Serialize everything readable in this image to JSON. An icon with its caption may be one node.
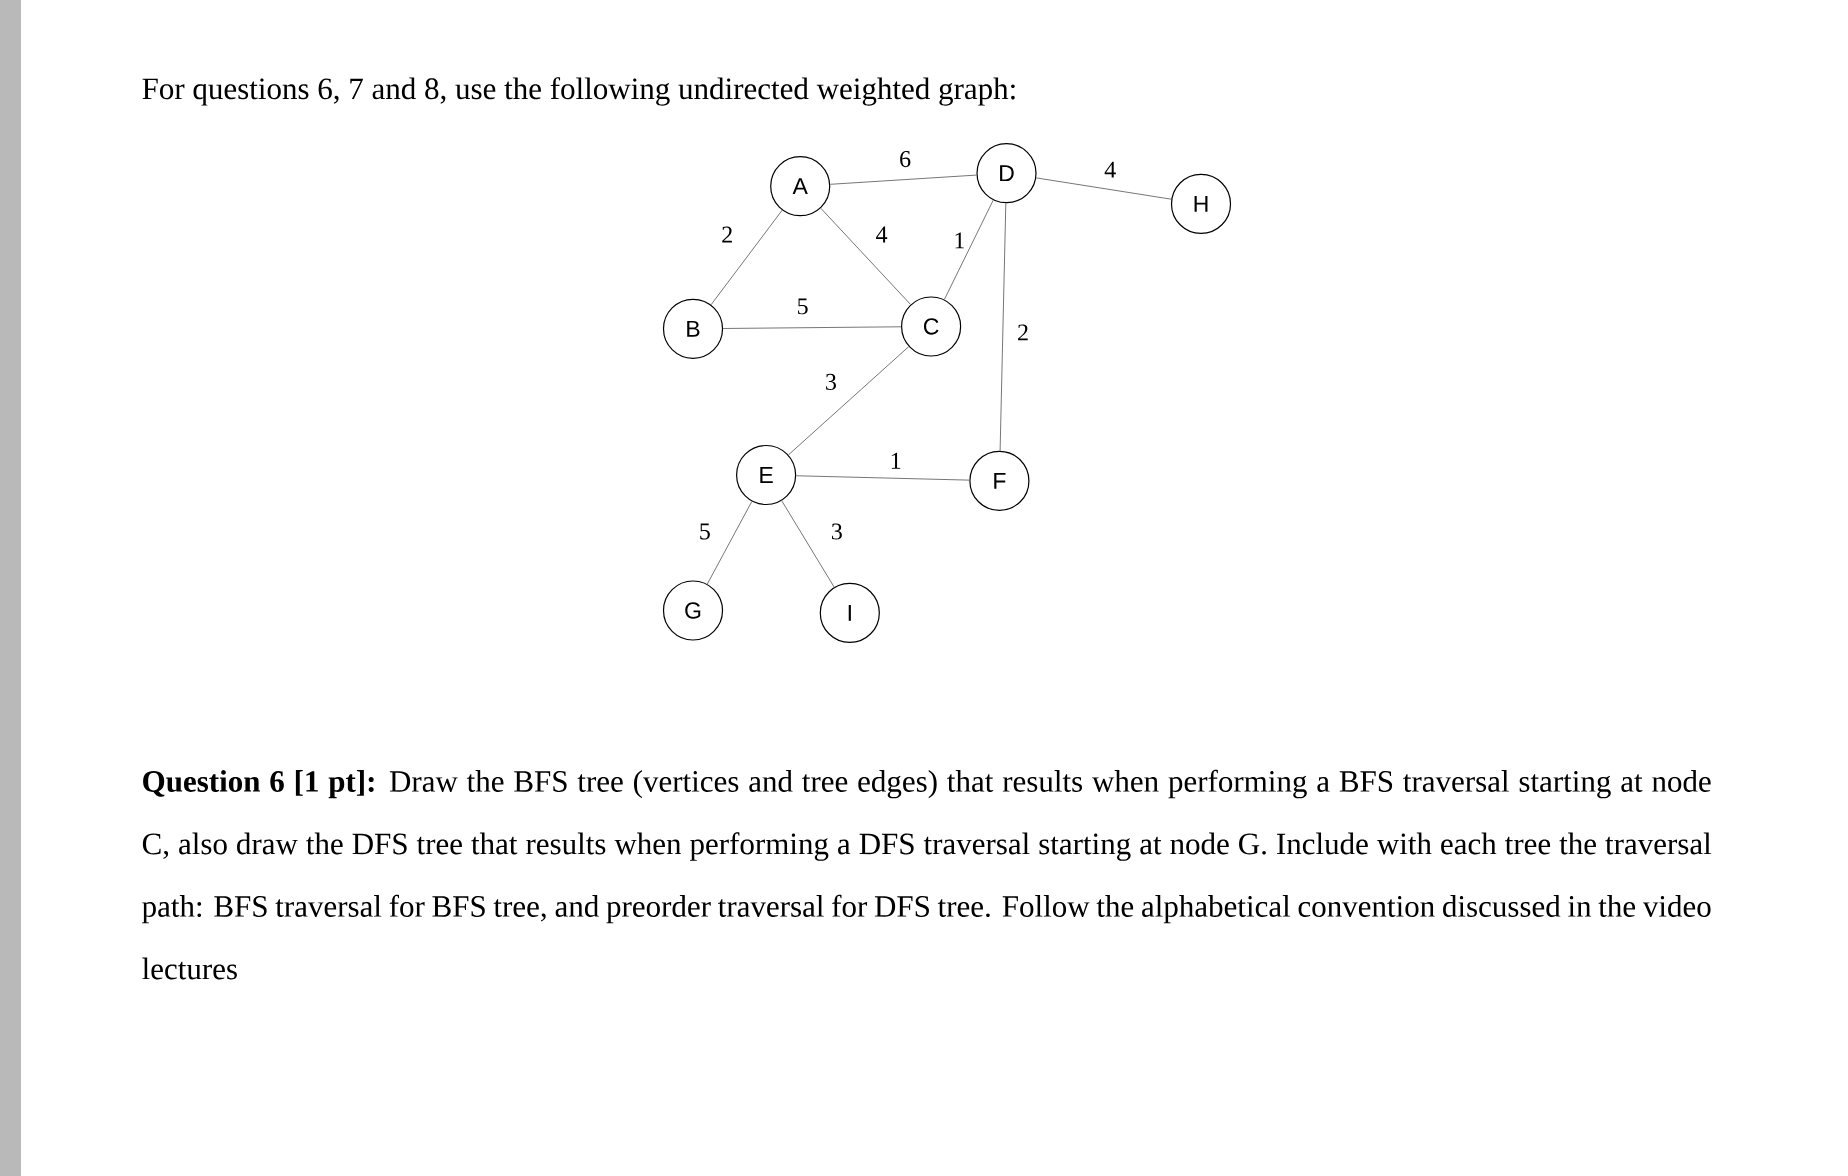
{
  "diagram": {
    "title": "For questions 6, 7 and 8, use the following undirected weighted graph:",
    "nodes": [
      {
        "text": [
          "A"
        ]
      },
      {
        "text": [
          "D"
        ]
      },
      {
        "text": [
          "H"
        ]
      },
      {
        "text": [
          "B"
        ]
      },
      {
        "text": [
          "C"
        ]
      },
      {
        "text": [
          "E"
        ]
      },
      {
        "text": [
          "F"
        ]
      },
      {
        "text": [
          "G"
        ]
      },
      {
        "text": [
          "I"
        ]
      }
    ],
    "edges": [
      {
        "from": 0,
        "to": 1,
        "arrow": "none",
        "label": "6"
      },
      {
        "from": 1,
        "to": 2,
        "arrow": "none",
        "label": "4"
      },
      {
        "from": 0,
        "to": 3,
        "arrow": "none",
        "label": "2"
      },
      {
        "from": 0,
        "to": 4,
        "arrow": "none",
        "label": "4"
      },
      {
        "from": 1,
        "to": 4,
        "arrow": "none",
        "label": "1"
      },
      {
        "from": 3,
        "to": 4,
        "arrow": "none",
        "label": "5"
      },
      {
        "from": 1,
        "to": 6,
        "arrow": "none",
        "label": "2"
      },
      {
        "from": 4,
        "to": 5,
        "arrow": "none",
        "label": "3"
      },
      {
        "from": 5,
        "to": 6,
        "arrow": "none",
        "label": "1"
      },
      {
        "from": 5,
        "to": 7,
        "arrow": "none",
        "label": "5"
      },
      {
        "from": 5,
        "to": 8,
        "arrow": "none",
        "label": "3"
      }
    ],
    "labels": [
      "**Question 6 [1 pt]:** Draw the BFS tree (vertices and tree edges) that results when performing a BFS traversal starting at node C, also draw the DFS tree that results when performing a DFS traversal starting at node G. Include with each tree the traversal path: BFS traversal for BFS tree, and preorder traversal for DFS tree. Follow the alphabetical convention discussed in the video lectures"
    ]
  }
}
